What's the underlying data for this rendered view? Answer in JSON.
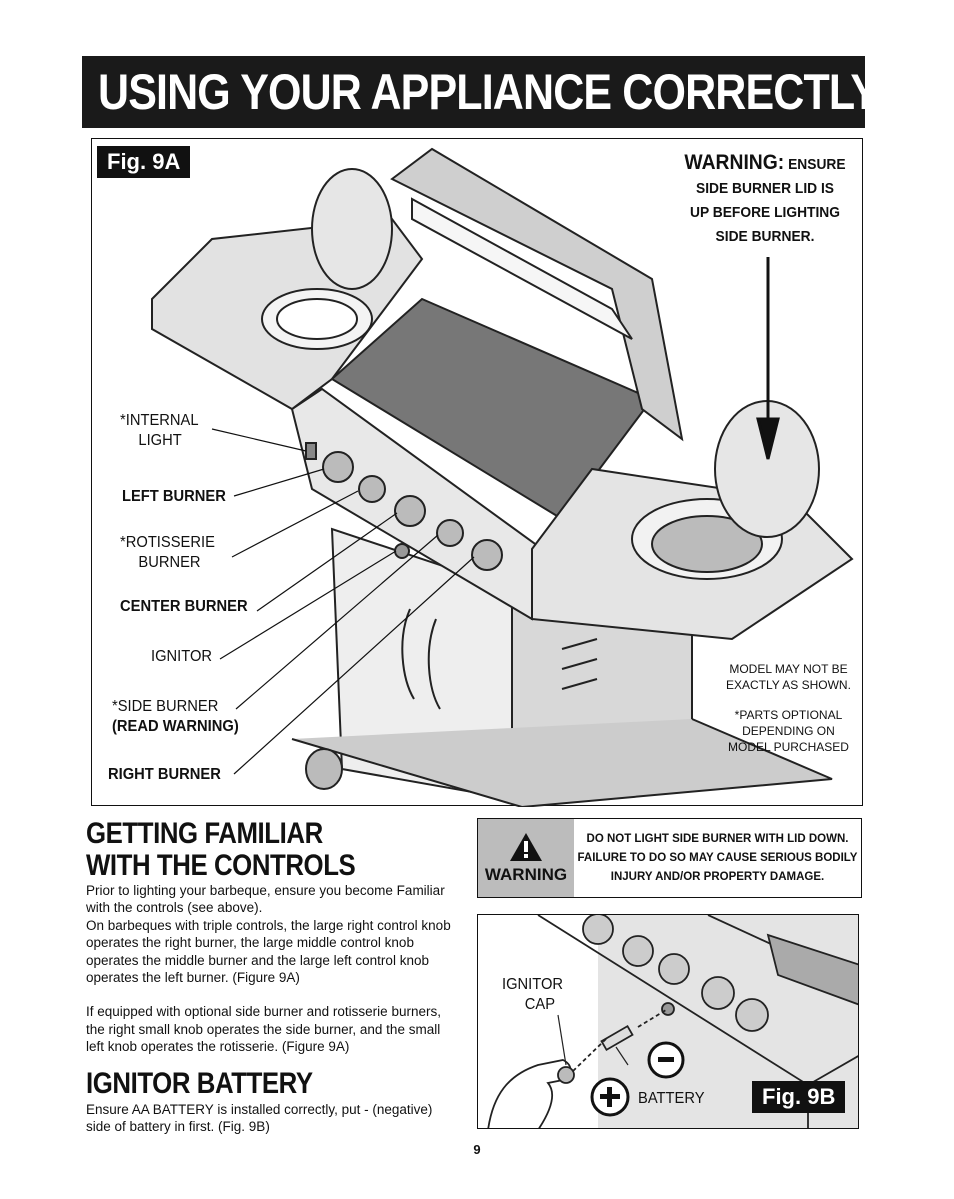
{
  "title": "USING YOUR APPLIANCE CORRECTLY",
  "fig9a": {
    "tag": "Fig. 9A",
    "warning": {
      "word": "WARNING:",
      "rest1": "ENSURE",
      "line2": "SIDE BURNER LID IS",
      "line3": "UP BEFORE LIGHTING",
      "line4": "SIDE BURNER."
    },
    "labels": {
      "star": "*",
      "internal_light_1": "INTERNAL",
      "internal_light_2": "LIGHT",
      "left_burner": "LEFT BURNER",
      "rotisserie_1": "ROTISSERIE",
      "rotisserie_2": "BURNER",
      "center_burner": "CENTER BURNER",
      "ignitor": "IGNITOR",
      "side_burner": "SIDE BURNER",
      "read_warning": "(READ WARNING)",
      "right_burner": "RIGHT BURNER"
    },
    "notes": {
      "model_1": "MODEL MAY NOT BE",
      "model_2": "EXACTLY AS SHOWN.",
      "parts_1": "PARTS OPTIONAL",
      "parts_2": "DEPENDING ON",
      "parts_3": "MODEL PURCHASED"
    }
  },
  "controls": {
    "heading_1": "GETTING FAMILIAR",
    "heading_2": "WITH THE CONTROLS",
    "p1_1": "Prior to lighting your barbeque, ensure you become Familiar",
    "p1_2": "with the controls (see above).",
    "p2_1": "On barbeques with triple controls, the large right control knob",
    "p2_2": "operates the right burner, the large middle control knob",
    "p2_3": "operates the middle burner and the large left control knob",
    "p2_4": "operates the left burner. (Figure 9A)",
    "p3_1": "If equipped with optional side burner and rotisserie burners,",
    "p3_2": "the right small knob operates the side burner, and the small",
    "p3_3": "left knob operates the rotisserie. (Figure 9A)"
  },
  "battery": {
    "heading": "IGNITOR BATTERY",
    "p1_1": "Ensure AA BATTERY is installed correctly, put - (negative)",
    "p1_2": "side of battery in first. (Fig. 9B)"
  },
  "warnbox": {
    "word": "WARNING",
    "line1": "DO NOT LIGHT SIDE BURNER WITH LID DOWN.",
    "line2": "FAILURE TO DO SO MAY CAUSE SERIOUS BODILY",
    "line3": "INJURY AND/OR PROPERTY DAMAGE."
  },
  "fig9b": {
    "tag": "Fig. 9B",
    "cap_1": "IGNITOR",
    "cap_2": "CAP",
    "battery": "BATTERY"
  },
  "page_number": "9"
}
